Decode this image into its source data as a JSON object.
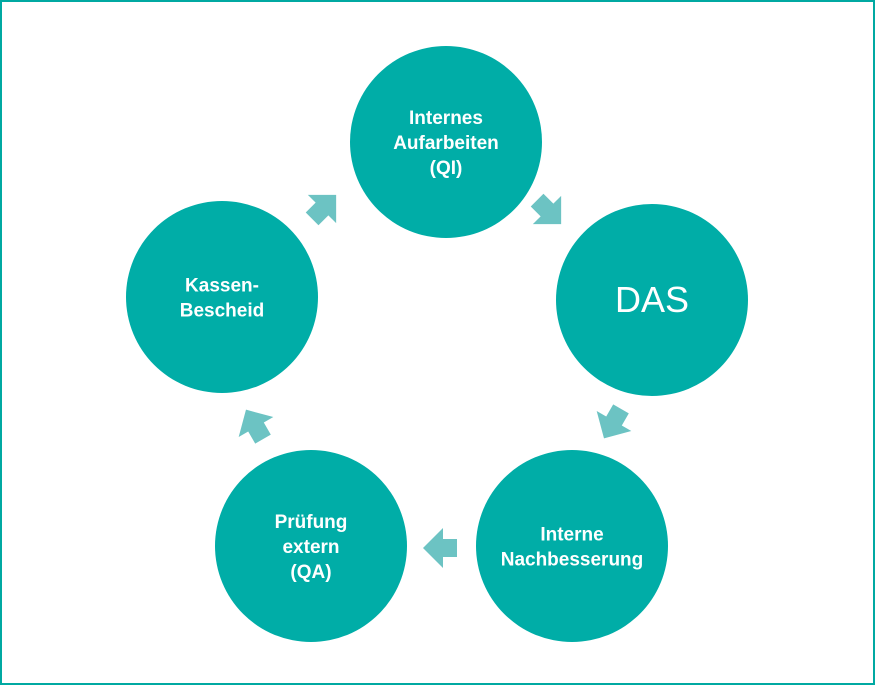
{
  "diagram": {
    "nodes": [
      {
        "id": "internes-aufarbeiten",
        "lines": [
          "Internes",
          "Aufarbeiten",
          "(QI)"
        ]
      },
      {
        "id": "das",
        "lines": [
          "DAS"
        ]
      },
      {
        "id": "interne-nachbesserung",
        "lines": [
          "Interne",
          "Nachbesserung"
        ]
      },
      {
        "id": "pruefung-extern",
        "lines": [
          "Prüfung",
          "extern",
          "(QA)"
        ]
      },
      {
        "id": "kassen-bescheid",
        "lines": [
          "Kassen-",
          "Bescheid"
        ]
      }
    ],
    "arrows": [
      {
        "from": "internes-aufarbeiten",
        "to": "das",
        "direction": "down-right"
      },
      {
        "from": "das",
        "to": "interne-nachbesserung",
        "direction": "down-left"
      },
      {
        "from": "interne-nachbesserung",
        "to": "pruefung-extern",
        "direction": "left"
      },
      {
        "from": "pruefung-extern",
        "to": "kassen-bescheid",
        "direction": "up-left"
      },
      {
        "from": "kassen-bescheid",
        "to": "internes-aufarbeiten",
        "direction": "up-right"
      }
    ],
    "colors": {
      "node_fill": "#00ada7",
      "arrow_fill": "#6cc3c3",
      "frame_border": "#00a9a2",
      "label_text": "#ffffff"
    }
  }
}
